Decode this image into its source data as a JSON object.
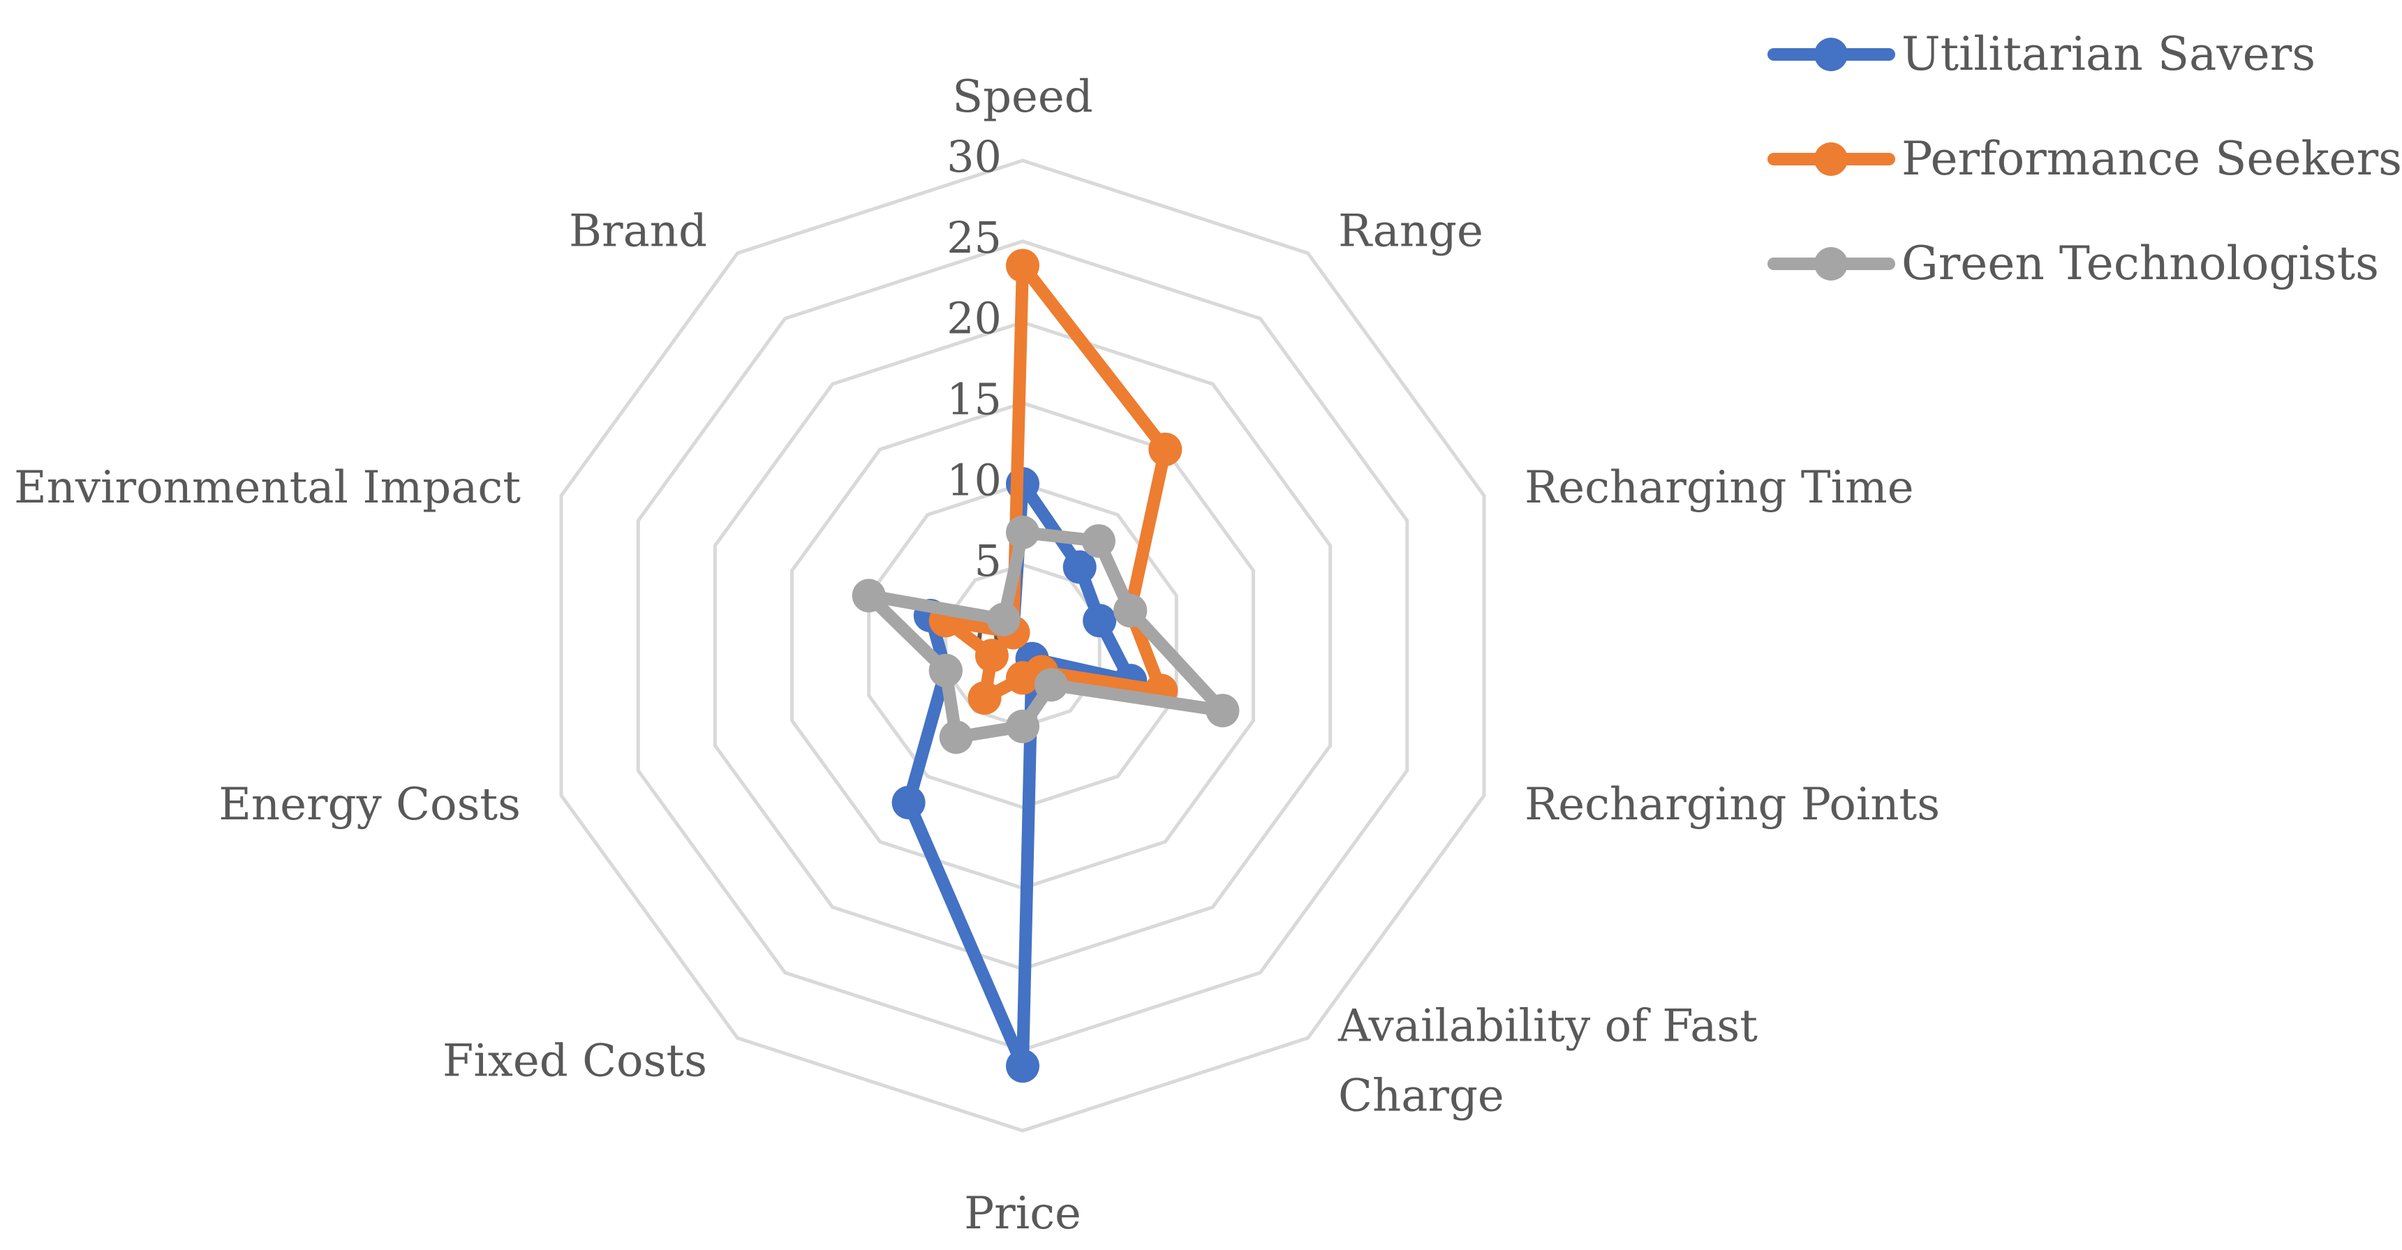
{
  "chart_data": {
    "type": "radar",
    "axes": [
      "Speed",
      "Range",
      "Recharging Time",
      "Recharging Points",
      "Availability of Fast Charge",
      "Price",
      "Fixed Costs",
      "Energy Costs",
      "Environmental Impact",
      "Brand"
    ],
    "axis_label_lines": [
      [
        "Speed"
      ],
      [
        "Range"
      ],
      [
        "Recharging Time"
      ],
      [
        "Recharging Points"
      ],
      [
        "Availability of Fast",
        "Charge"
      ],
      [
        "Price"
      ],
      [
        "Fixed Costs"
      ],
      [
        "Energy Costs"
      ],
      [
        "Environmental Impact"
      ],
      [
        "Brand"
      ]
    ],
    "ticks": [
      "0",
      "5",
      "10",
      "15",
      "20",
      "25",
      "30"
    ],
    "tick_values": [
      0,
      5,
      10,
      15,
      20,
      25,
      30
    ],
    "rmin": 0,
    "rmax": 30,
    "grid": true,
    "legend_position": "top-right",
    "series": [
      {
        "name": "Utilitarian Savers",
        "color": "#4472C4",
        "values": [
          10,
          6,
          5,
          7,
          1,
          26,
          12,
          5,
          6,
          1
        ]
      },
      {
        "name": "Performance Seekers",
        "color": "#ED7D31",
        "values": [
          23.5,
          15,
          7,
          9,
          2,
          2,
          4,
          2,
          5,
          1
        ]
      },
      {
        "name": "Green Technologists",
        "color": "#A5A5A5",
        "values": [
          7,
          8,
          7,
          13,
          3,
          5,
          7,
          5,
          10,
          2
        ]
      }
    ]
  }
}
